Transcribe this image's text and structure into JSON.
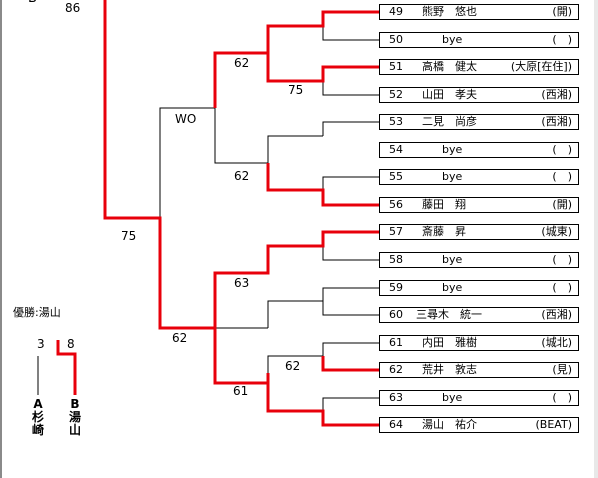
{
  "partial_heading": "B",
  "top_score": "86",
  "winner_line": "優勝:湯山",
  "final": {
    "score_a": "3",
    "score_b": "8",
    "side_a_letter": "A",
    "side_a_name": "杉崎",
    "side_b_letter": "B",
    "side_b_name": "湯山"
  },
  "scores": {
    "r1_51_52": "75",
    "r2_top": "62",
    "r3_top": "WO",
    "r2_second": "62",
    "semi": "75",
    "r2_third": "63",
    "r3_bottom": "62",
    "r1_61_62": "62",
    "r2_fourth": "61"
  },
  "entries": [
    {
      "seed": "49",
      "name": "熊野　悠也",
      "club": "(開)"
    },
    {
      "seed": "50",
      "name": "bye",
      "club": "(　)"
    },
    {
      "seed": "51",
      "name": "高橋　健太",
      "club": "(大原[在住])"
    },
    {
      "seed": "52",
      "name": "山田　孝夫",
      "club": "(西湘)"
    },
    {
      "seed": "53",
      "name": "二見　尚彦",
      "club": "(西湘)"
    },
    {
      "seed": "54",
      "name": "bye",
      "club": "(　)"
    },
    {
      "seed": "55",
      "name": "bye",
      "club": "(　)"
    },
    {
      "seed": "56",
      "name": "藤田　翔",
      "club": "(開)"
    },
    {
      "seed": "57",
      "name": "斎藤　昇",
      "club": "(城東)"
    },
    {
      "seed": "58",
      "name": "bye",
      "club": "(　)"
    },
    {
      "seed": "59",
      "name": "bye",
      "club": "(　)"
    },
    {
      "seed": "60",
      "name": "三尋木　統一",
      "club": "(西湘)"
    },
    {
      "seed": "61",
      "name": "内田　雅樹",
      "club": "(城北)"
    },
    {
      "seed": "62",
      "name": "荒井　敦志",
      "club": "(見)"
    },
    {
      "seed": "63",
      "name": "bye",
      "club": "(　)"
    },
    {
      "seed": "64",
      "name": "湯山　祐介",
      "club": "(BEAT)"
    }
  ],
  "colors": {
    "win_line": "#e8000b",
    "loss_line": "#000000"
  }
}
